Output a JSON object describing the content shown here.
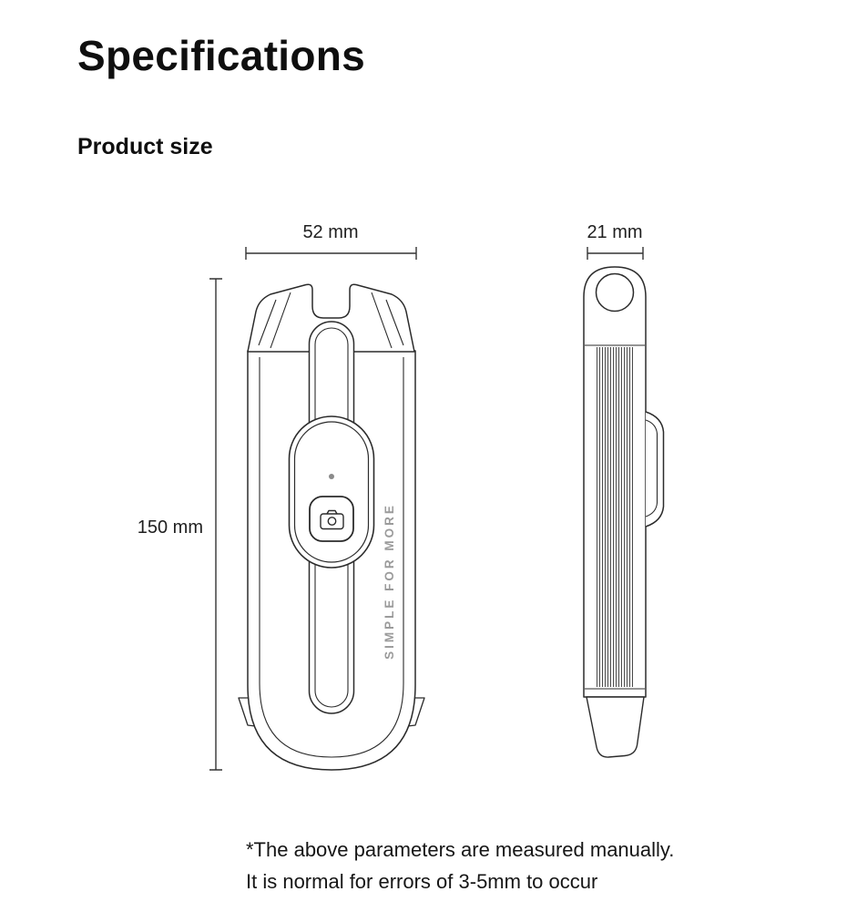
{
  "page": {
    "title": "Specifications",
    "section_heading": "Product size",
    "footnote": {
      "line1": "*The above parameters are measured manually.",
      "line2": "It is normal for errors of 3-5mm to occur"
    }
  },
  "dimensions": {
    "front_width": "52 mm",
    "front_height": "150 mm",
    "side_depth": "21 mm"
  },
  "drawing": {
    "engraving_text": "SIMPLE FOR MORE",
    "outline_color": "#2b2b2b",
    "hatch_color": "#4a4a4a",
    "dimension_color": "#333333",
    "label_color": "#1f1f1f",
    "engraving_color": "#9b9b9b",
    "led_color": "#8a8a8a",
    "background": "#ffffff"
  }
}
